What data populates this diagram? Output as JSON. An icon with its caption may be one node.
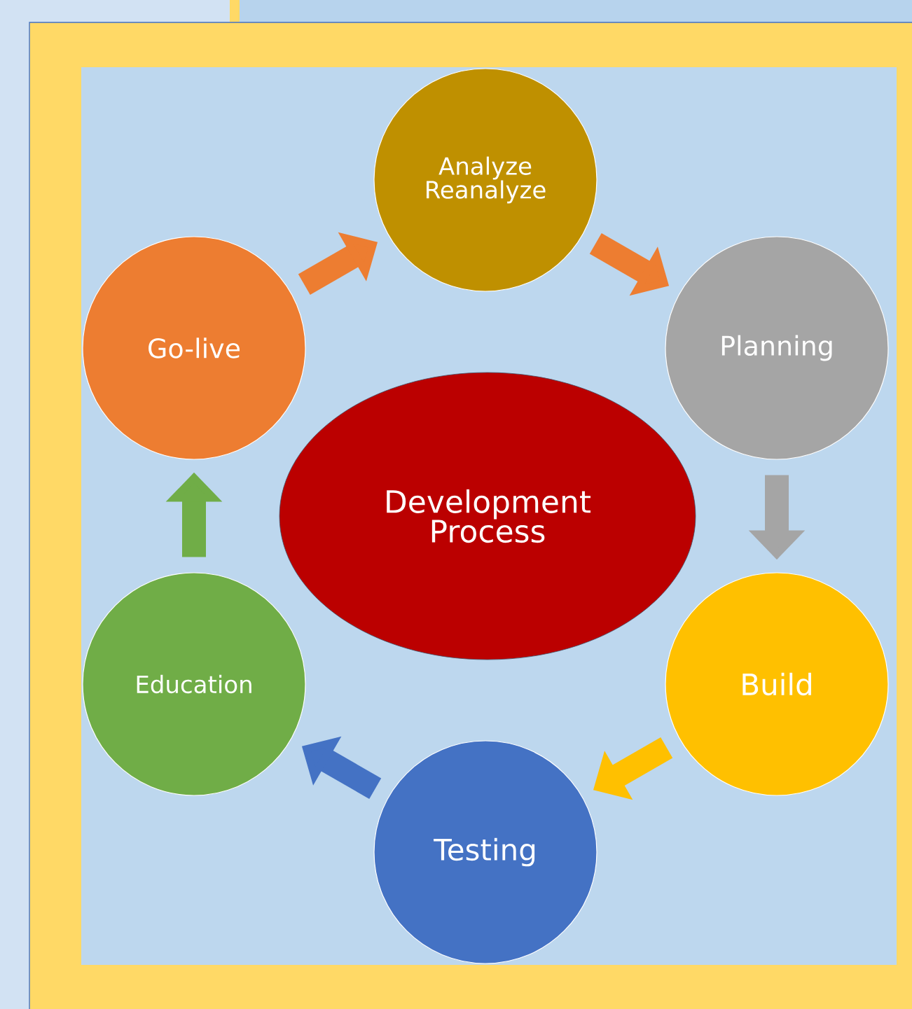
{
  "diagram": {
    "nodes": [
      {
        "text": [
          "Development Process"
        ]
      },
      {
        "text": [
          "Analyze Reanalyze"
        ]
      },
      {
        "text": [
          "Planning"
        ]
      },
      {
        "text": [
          "Build"
        ]
      },
      {
        "text": [
          "Testing"
        ]
      },
      {
        "text": [
          "Education"
        ]
      },
      {
        "text": [
          "Go-live"
        ]
      }
    ],
    "edges": [
      {
        "from": 1,
        "to": 2,
        "arrow": "to",
        "color": "#ed7d31"
      },
      {
        "from": 2,
        "to": 3,
        "arrow": "to",
        "color": "#a5a5a5"
      },
      {
        "from": 3,
        "to": 4,
        "arrow": "to",
        "color": "#ffc000"
      },
      {
        "from": 4,
        "to": 5,
        "arrow": "to",
        "color": "#4472c4"
      },
      {
        "from": 5,
        "to": 6,
        "arrow": "to",
        "color": "#70ad47"
      },
      {
        "from": 6,
        "to": 1,
        "arrow": "to",
        "color": "#ed7d31"
      }
    ]
  }
}
